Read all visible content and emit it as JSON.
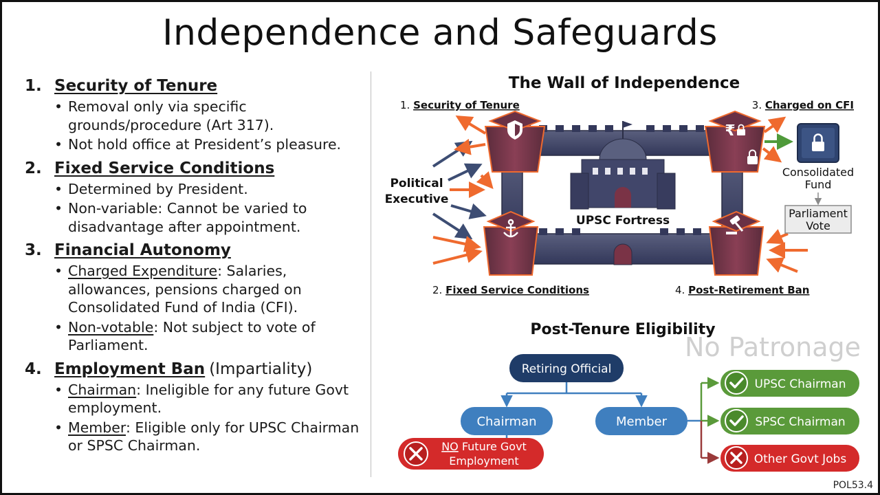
{
  "title": "Independence and Safeguards",
  "sections": [
    {
      "num": "1.",
      "heading": "Security of Tenure",
      "bullets": [
        {
          "text": "Removal only via specific grounds/procedure (Art 317)."
        },
        {
          "text": "Not hold office at President’s pleasure."
        }
      ]
    },
    {
      "num": "2.",
      "heading": "Fixed Service Conditions",
      "bullets": [
        {
          "text": "Determined by President."
        },
        {
          "text": "Non-variable: Cannot be varied to disadvantage after appointment."
        }
      ]
    },
    {
      "num": "3.",
      "heading": "Financial Autonomy",
      "bullets": [
        {
          "term": "Charged Expenditure",
          "text": ": Salaries, allowances, pensions charged on Consolidated Fund of India (CFI)."
        },
        {
          "term": "Non-votable",
          "text": ": Not subject to vote of Parliament."
        }
      ]
    },
    {
      "num": "4.",
      "heading": "Employment Ban",
      "suffix": "(Impartiality)",
      "bullets": [
        {
          "term": "Chairman",
          "text": ": Ineligible for any future Govt employment."
        },
        {
          "term": "Member",
          "text": ": Eligible only for UPSC Chairman or SPSC Chairman."
        }
      ]
    }
  ],
  "wall": {
    "title": "The Wall of Independence",
    "tower_labels": [
      {
        "num": "1.",
        "text": "Security of Tenure"
      },
      {
        "num": "2.",
        "text": "Fixed Service Conditions"
      },
      {
        "num": "3.",
        "text": "Charged on CFI"
      },
      {
        "num": "4.",
        "text": "Post-Retirement Ban"
      }
    ],
    "political": [
      "Political",
      "Executive"
    ],
    "fortress": "UPSC Fortress",
    "fund": [
      "Consolidated",
      "Fund"
    ],
    "vote": [
      "Parliament",
      "Vote"
    ]
  },
  "tenure": {
    "title": "Post-Tenure Eligibility",
    "watermark": "No Patronage",
    "root": "Retiring Official",
    "chairman": "Chairman",
    "member": "Member",
    "no_future": {
      "no": "NO",
      "rest": " Future Govt",
      "line2": "Employment"
    },
    "upsc": "UPSC Chairman",
    "spsc": "SPSC Chairman",
    "other": "Other Govt Jobs"
  },
  "footer": "POL53.4",
  "colors": {
    "navy": "#1f3c68",
    "blue": "#3f7fbf",
    "green": "#5a9a3a",
    "red": "#d42a2a",
    "arrow_orange": "#ef6a2e",
    "arrow_navy": "#3d4d73"
  }
}
